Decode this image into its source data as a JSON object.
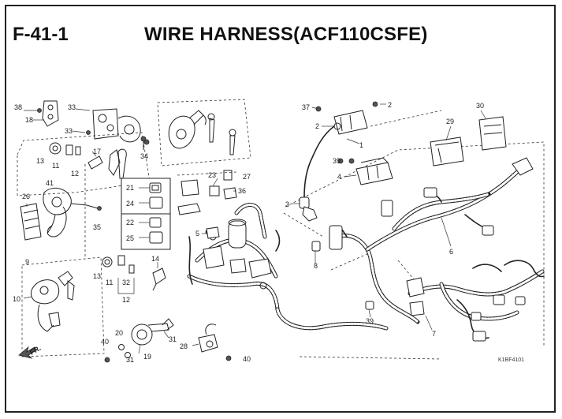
{
  "header": {
    "figure_code": "F-41-1",
    "title": "WIRE HARNESS(ACF110CSFE)"
  },
  "diagram_code": "K1BF4101",
  "direction_label": "FR.",
  "callouts": {
    "c38": "38",
    "c18": "18",
    "c33a": "33",
    "c33b": "33",
    "c17": "17",
    "c13a": "13",
    "c11a": "11",
    "c12a": "12",
    "c41": "41",
    "c34": "34",
    "c21": "21",
    "c24": "24",
    "c22": "22",
    "c25": "25",
    "c23": "23",
    "c27": "27",
    "c36": "36",
    "c26": "26",
    "c35": "35",
    "c5": "5",
    "c9": "9",
    "c10": "10",
    "c13b": "13",
    "c11b": "11",
    "c32": "32",
    "c12b": "12",
    "c14": "14",
    "c20": "20",
    "c40a": "40",
    "c31a": "31",
    "c19": "19",
    "c31b": "31",
    "c28": "28",
    "c40b": "40",
    "c37": "37",
    "c2a": "2",
    "c2b": "2",
    "c1": "1",
    "c39a": "39",
    "c4": "4",
    "c3": "3",
    "c8": "8",
    "c30": "30",
    "c29": "29",
    "c6": "6",
    "c39b": "39",
    "c7": "7"
  }
}
